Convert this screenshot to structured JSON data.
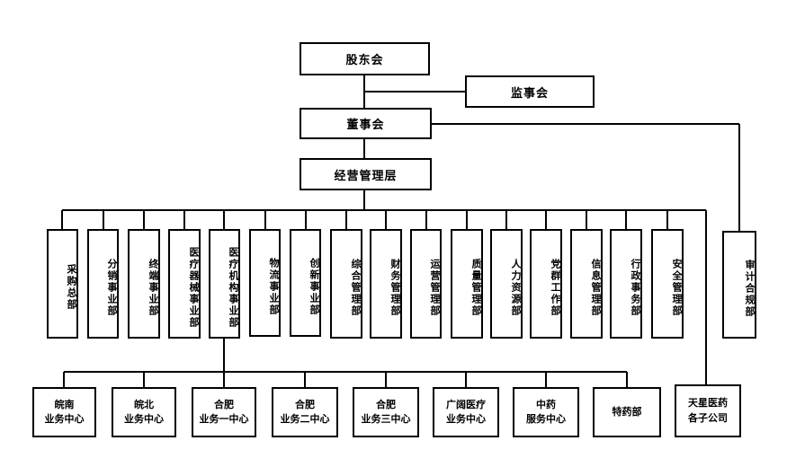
{
  "top": {
    "shareholders": "股东会",
    "supervisors": "监事会",
    "board": "董事会",
    "management": "经营管理层"
  },
  "departments": [
    "采购总部",
    "分销事业部",
    "终端事业部",
    "医疗器械事业部",
    "医疗机构事业部",
    "物流事业部",
    "创新事业部",
    "综合管理部",
    "财务管理部",
    "运营管理部",
    "质量管理部",
    "人力资源部",
    "党群工作部",
    "信息管理部",
    "行政事务部",
    "安全管理部"
  ],
  "audit": "审计合规部",
  "centers": [
    {
      "line1": "皖南",
      "line2": "业务中心"
    },
    {
      "line1": "皖北",
      "line2": "业务中心"
    },
    {
      "line1": "合肥",
      "line2": "业务一中心"
    },
    {
      "line1": "合肥",
      "line2": "业务二中心"
    },
    {
      "line1": "合肥",
      "line2": "业务三中心"
    },
    {
      "line1": "广阔医疗",
      "line2": "业务中心"
    },
    {
      "line1": "中药",
      "line2": "服务中心"
    },
    {
      "line1": "特药部",
      "line2": ""
    }
  ],
  "subsidiary": {
    "line1": "天星医药",
    "line2": "各子公司"
  }
}
